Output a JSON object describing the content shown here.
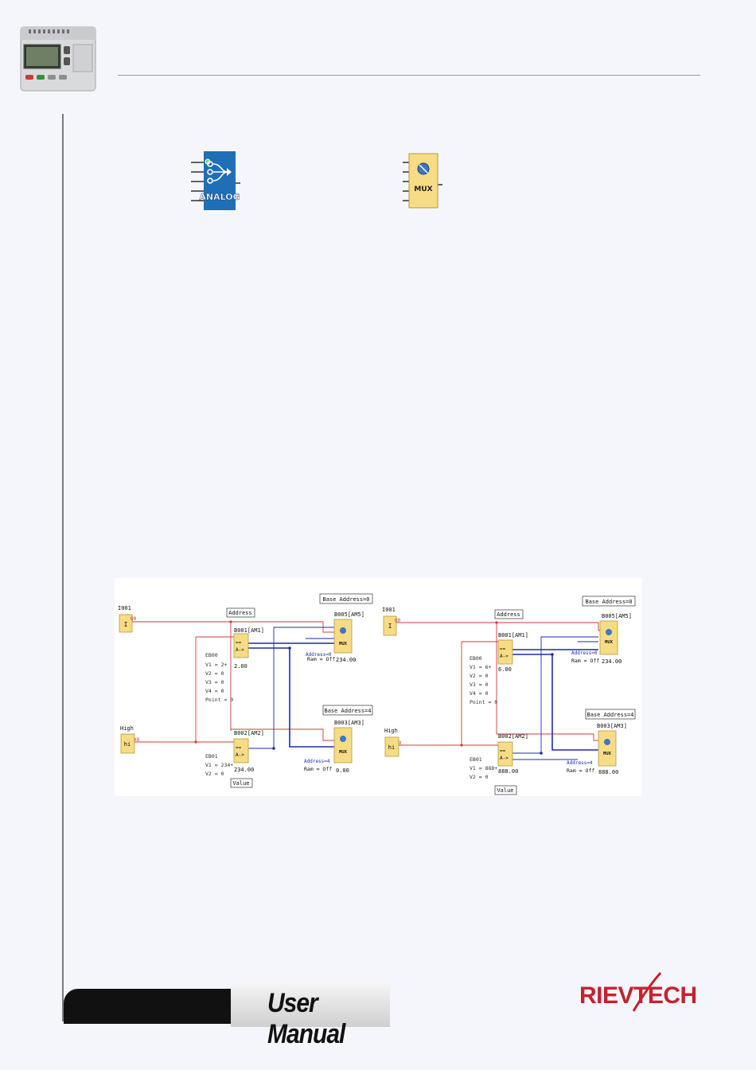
{
  "footer": {
    "banner_label": "User Manual",
    "brand": "RIEVTECH"
  },
  "icons": {
    "analog_block_label": "ANALOG",
    "mux_block_label": "MUX"
  },
  "colors": {
    "analog_block": "#1f6fb8",
    "mux_block": "#f7dc86",
    "brand_red": "#c8202f",
    "signal_red": "#d23a3a",
    "analog_wire": "#1f2aa8"
  },
  "diagram": {
    "left": {
      "input_block_id": "I001",
      "input_block_label": "I",
      "input_pin": "Q0",
      "high_block_id": "High",
      "high_block_label": "hi",
      "high_pin": "X0",
      "address_label": "Address",
      "value_label": "Value",
      "base_top": "Base Address=0",
      "base_bottom": "Base Address=4",
      "sel_top_id": "B001[AM1]",
      "sel_top_value": "2.00",
      "sel_bottom_id": "B002[AM2]",
      "sel_bottom_value": "234.00",
      "params_top": [
        "EB00",
        "V1 = 2+",
        "V2 = 0",
        "V3 = 0",
        "V4 = 0",
        "Point = 0"
      ],
      "params_bottom": [
        "EB01",
        "V1 = 234+",
        "V2 = 0"
      ],
      "mux_top_id": "B005[AM5]",
      "mux_top_address": "Address=0",
      "mux_top_ram": "Ram = Off",
      "mux_top_value": "234.00",
      "mux_bottom_id": "B003[AM3]",
      "mux_bottom_address": "Address=4",
      "mux_bottom_ram": "Ram = Off",
      "mux_bottom_value": "0.00"
    },
    "right": {
      "input_block_id": "I001",
      "input_block_label": "I",
      "input_pin": "Q0",
      "high_block_id": "High",
      "high_block_label": "hi",
      "high_pin": "X",
      "address_label": "Address",
      "value_label": "Value",
      "base_top": "Base Address=0",
      "base_bottom": "Base Address=4",
      "sel_top_id": "B001[AM1]",
      "sel_top_value": "6.00",
      "sel_bottom_id": "B002[AM2]",
      "sel_bottom_value": "888.00",
      "params_top": [
        "EB00",
        "V1 = 6+",
        "V2 = 0",
        "V3 = 0",
        "V4 = 0",
        "Point = 0"
      ],
      "params_bottom": [
        "EB01",
        "V1 = 888+",
        "V2 = 0"
      ],
      "mux_top_id": "B005[AM5]",
      "mux_top_address": "Address=0",
      "mux_top_ram": "Ram = Off",
      "mux_top_value": "234.00",
      "mux_bottom_id": "B003[AM3]",
      "mux_bottom_address": "Address=4",
      "mux_bottom_ram": "Ram = Off",
      "mux_bottom_value": "888.00"
    }
  }
}
